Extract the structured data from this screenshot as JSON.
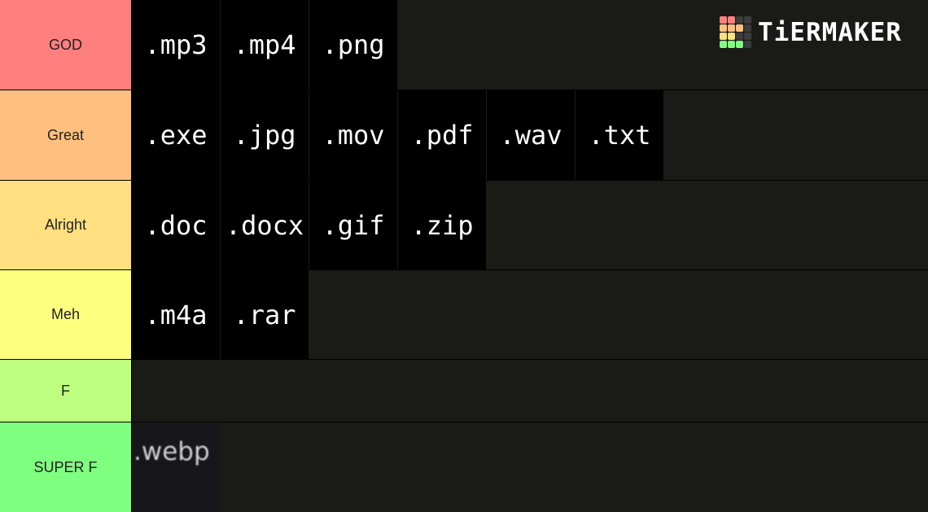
{
  "logo": {
    "text": "TiERMAKER",
    "grid_colors": [
      "#ff7f7f",
      "#ff7f7f",
      "#3d3d3d",
      "#3d3d3d",
      "#ffbf7f",
      "#ffbf7f",
      "#ffbf7f",
      "#3d3d3d",
      "#ffdf7f",
      "#ffdf7f",
      "#3d3d3d",
      "#3d3d3d",
      "#7fff7f",
      "#7fff7f",
      "#7fff7f",
      "#3d3d3d"
    ]
  },
  "tiers": [
    {
      "label": "GOD",
      "color": "#ff7f7f",
      "items": [
        ".mp3",
        ".mp4",
        ".png"
      ]
    },
    {
      "label": "Great",
      "color": "#ffbf7f",
      "items": [
        ".exe",
        ".jpg",
        ".mov",
        ".pdf",
        ".wav",
        ".txt"
      ]
    },
    {
      "label": "Alright",
      "color": "#ffdf7f",
      "items": [
        ".doc",
        ".docx",
        ".gif",
        ".zip"
      ]
    },
    {
      "label": "Meh",
      "color": "#ffff7f",
      "items": [
        ".m4a",
        ".rar"
      ]
    },
    {
      "label": "F",
      "color": "#bfff7f",
      "items": []
    },
    {
      "label": "SUPER F",
      "color": "#7fff7f",
      "items": [
        ".webp"
      ]
    }
  ]
}
